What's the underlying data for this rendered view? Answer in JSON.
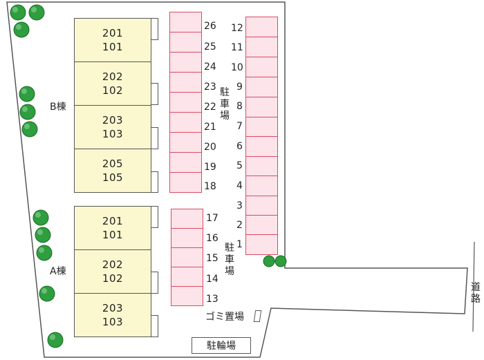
{
  "buildings": {
    "b": {
      "label": "B棟",
      "units": [
        {
          "upper": "201",
          "lower": "101"
        },
        {
          "upper": "202",
          "lower": "102"
        },
        {
          "upper": "203",
          "lower": "103"
        },
        {
          "upper": "205",
          "lower": "105"
        }
      ]
    },
    "a": {
      "label": "A棟",
      "units": [
        {
          "upper": "201",
          "lower": "101"
        },
        {
          "upper": "202",
          "lower": "102"
        },
        {
          "upper": "203",
          "lower": "103"
        }
      ]
    }
  },
  "parking": {
    "label": "駐車場",
    "upper_middle": [
      "26",
      "25",
      "24",
      "23",
      "22",
      "21",
      "20",
      "19",
      "18"
    ],
    "lower_middle": [
      "17",
      "16",
      "15",
      "14",
      "13"
    ],
    "right": [
      "12",
      "11",
      "10",
      "9",
      "8",
      "7",
      "6",
      "5",
      "4",
      "3",
      "2",
      "1"
    ]
  },
  "garbage": {
    "label": "ゴミ置場"
  },
  "bicycle": {
    "label": "駐輪場"
  },
  "road": {
    "label": "道路"
  },
  "colors": {
    "unit_fill": "#fbf8d0",
    "slot_fill": "#fce4ea",
    "slot_border": "#d94a62",
    "tree": "#2e9e3e"
  }
}
